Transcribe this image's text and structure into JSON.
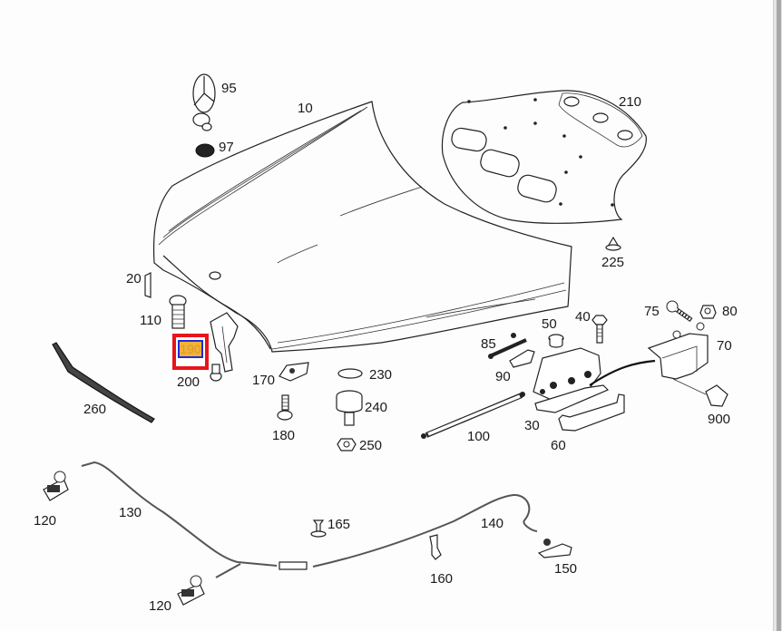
{
  "diagram": {
    "title": "Hood / bonnet parts exploded view",
    "highlight_color_outer": "#e8141c",
    "highlight_color_inner": "#1f2bd6",
    "highlight_fill": "#f1b23a",
    "highlighted_part": "190",
    "parts": [
      {
        "id": "p10",
        "label": "10",
        "name": "hood-panel"
      },
      {
        "id": "p20",
        "label": "20",
        "name": "hood-seal-clip"
      },
      {
        "id": "p30",
        "label": "30",
        "name": "hood-latch"
      },
      {
        "id": "p40",
        "label": "40",
        "name": "latch-bolt"
      },
      {
        "id": "p50",
        "label": "50",
        "name": "rubber-buffer"
      },
      {
        "id": "p60",
        "label": "60",
        "name": "latch-cover"
      },
      {
        "id": "p70",
        "label": "70",
        "name": "latch-actuator"
      },
      {
        "id": "p75",
        "label": "75",
        "name": "actuator-screw"
      },
      {
        "id": "p80",
        "label": "80",
        "name": "actuator-nut"
      },
      {
        "id": "p85",
        "label": "85",
        "name": "latch-lever"
      },
      {
        "id": "p90",
        "label": "90",
        "name": "latch-bracket"
      },
      {
        "id": "p95",
        "label": "95",
        "name": "star-emblem"
      },
      {
        "id": "p97",
        "label": "97",
        "name": "emblem-grommet"
      },
      {
        "id": "p100",
        "label": "100",
        "name": "gas-strut"
      },
      {
        "id": "p110",
        "label": "110",
        "name": "spring-buffer"
      },
      {
        "id": "p120a",
        "label": "120",
        "name": "cable-clip-upper"
      },
      {
        "id": "p120b",
        "label": "120",
        "name": "cable-clip-lower"
      },
      {
        "id": "p130",
        "label": "130",
        "name": "release-cable-front"
      },
      {
        "id": "p140",
        "label": "140",
        "name": "release-cable-rear"
      },
      {
        "id": "p150",
        "label": "150",
        "name": "release-handle"
      },
      {
        "id": "p160",
        "label": "160",
        "name": "cable-holder"
      },
      {
        "id": "p165",
        "label": "165",
        "name": "push-pin"
      },
      {
        "id": "p170",
        "label": "170",
        "name": "striker-plate"
      },
      {
        "id": "p180",
        "label": "180",
        "name": "striker-bolt"
      },
      {
        "id": "p190",
        "label": "190",
        "name": "hood-hinge"
      },
      {
        "id": "p200",
        "label": "200",
        "name": "hinge-bolt"
      },
      {
        "id": "p210",
        "label": "210",
        "name": "sound-insulation-mat"
      },
      {
        "id": "p225",
        "label": "225",
        "name": "insulation-clip"
      },
      {
        "id": "p230",
        "label": "230",
        "name": "o-ring"
      },
      {
        "id": "p240",
        "label": "240",
        "name": "hood-stop-buffer"
      },
      {
        "id": "p250",
        "label": "250",
        "name": "buffer-nut"
      },
      {
        "id": "p260",
        "label": "260",
        "name": "hood-seal-strip"
      },
      {
        "id": "p900",
        "label": "900",
        "name": "actuator-connector"
      }
    ]
  }
}
